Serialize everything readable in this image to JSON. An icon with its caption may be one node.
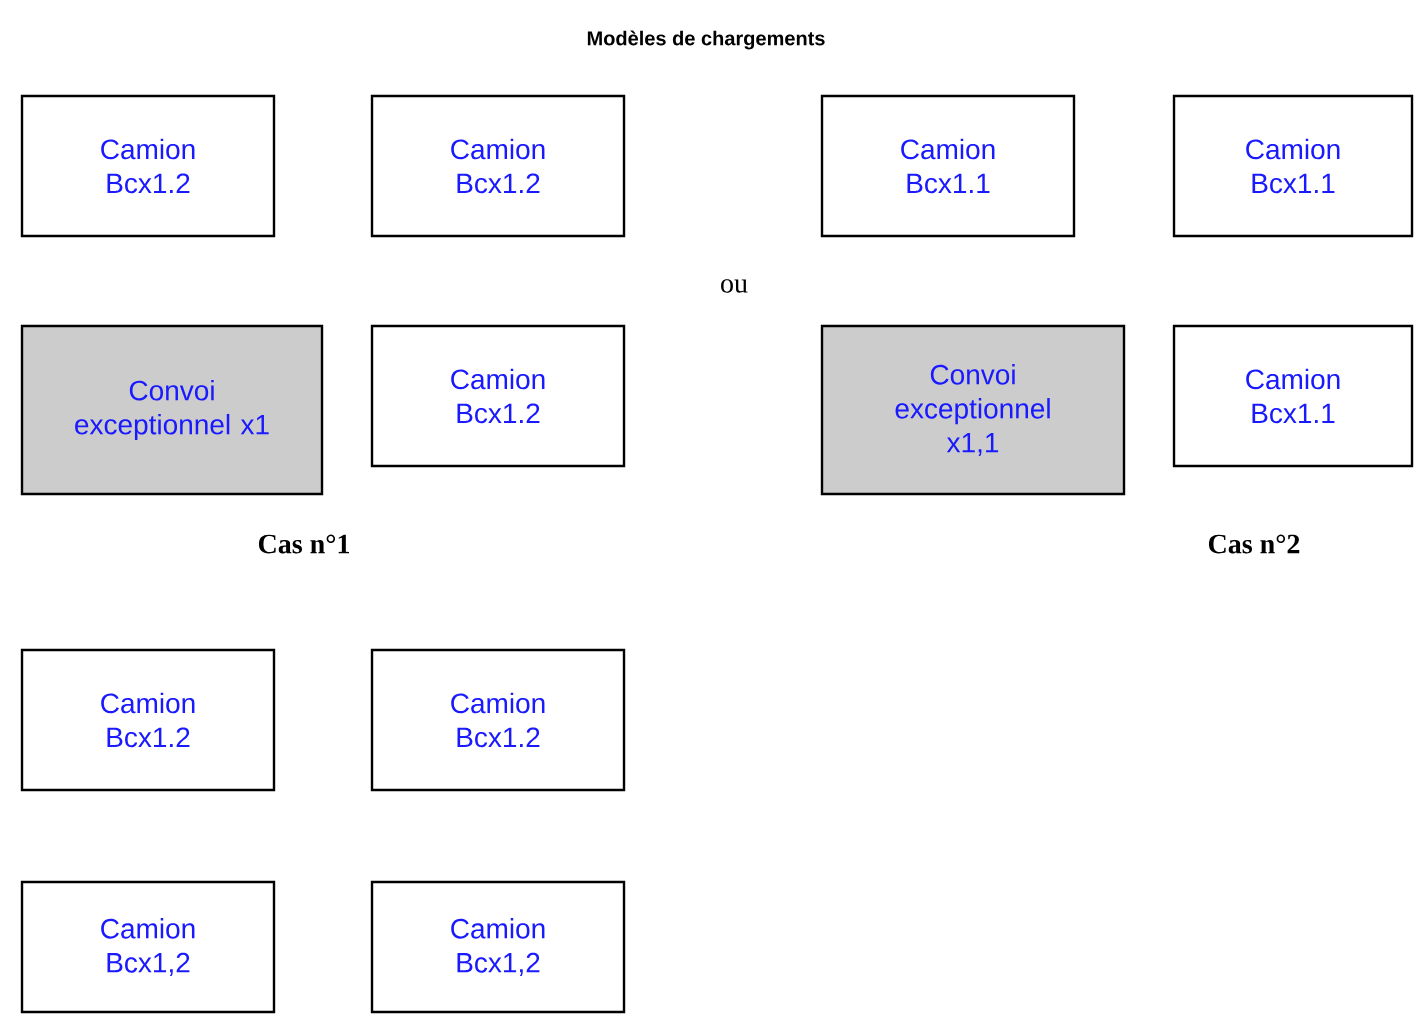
{
  "diagram": {
    "title": "Modèles de chargements",
    "nodes": [
      {
        "text": [
          "Camion Bcx1.2"
        ]
      },
      {
        "text": [
          "Camion Bcx1.2"
        ]
      },
      {
        "text": [
          "Camion Bcx1.1"
        ]
      },
      {
        "text": [
          "Camion Bcx1.1"
        ]
      },
      {
        "text": [
          "Convoi exceptionnel x1"
        ]
      },
      {
        "text": [
          "Camion Bcx1.2"
        ]
      },
      {
        "text": [
          "Convoi exceptionnel x1,1"
        ]
      },
      {
        "text": [
          "Camion Bcx1.1"
        ]
      },
      {
        "text": [
          "Camion Bcx1.2"
        ]
      },
      {
        "text": [
          "Camion Bcx1.2"
        ]
      },
      {
        "text": [
          "Camion Bcx1,2"
        ]
      },
      {
        "text": [
          "Camion Bcx1,2"
        ]
      }
    ],
    "labels": [
      "ou",
      "Cas n°1",
      "Cas n°2"
    ]
  }
}
